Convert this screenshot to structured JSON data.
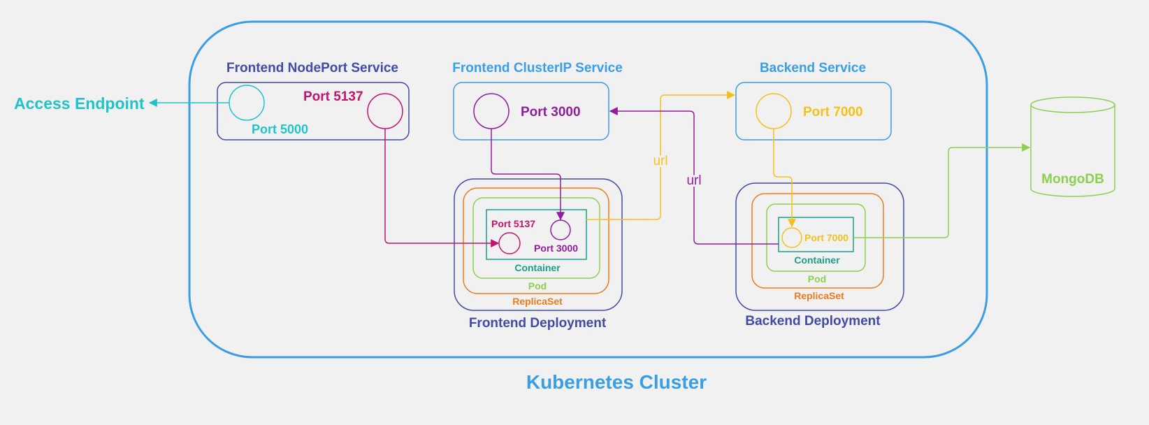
{
  "colors": {
    "cluster": "#3a9ee4",
    "deployment": "#424aa6",
    "replicaset": "#ee7a1a",
    "pod": "#8dcf4f",
    "container": "#1b9e8a",
    "nodeport": "#c4136f",
    "accessport": "#22c3c8",
    "frontend_port": "#8f1d9c",
    "backend_port": "#f2c21b",
    "clusterip_title": "#3a9ee4",
    "backend_title": "#3a9ee4",
    "mongodb": "#8dcf4f"
  },
  "cluster": {
    "label": "Kubernetes Cluster"
  },
  "access_endpoint": {
    "label": "Access Endpoint"
  },
  "frontend_nodeport_service": {
    "title": "Frontend NodePort Service",
    "node_port": "Port 5000",
    "target_port": "Port 5137"
  },
  "frontend_clusterip_service": {
    "title": "Frontend ClusterIP Service",
    "port": "Port 3000"
  },
  "backend_service": {
    "title": "Backend Service",
    "port": "Port 7000"
  },
  "frontend_deployment": {
    "label": "Frontend Deployment",
    "replicaset": "ReplicaSet",
    "pod": "Pod",
    "container": "Container",
    "port_a": "Port 5137",
    "port_b": "Port 3000"
  },
  "backend_deployment": {
    "label": "Backend Deployment",
    "replicaset": "ReplicaSet",
    "pod": "Pod",
    "container": "Container",
    "port": "Port 7000"
  },
  "mongodb": {
    "label": "MongoDB"
  },
  "edges": {
    "frontend_to_backend": "url",
    "backend_to_frontend": "url"
  }
}
